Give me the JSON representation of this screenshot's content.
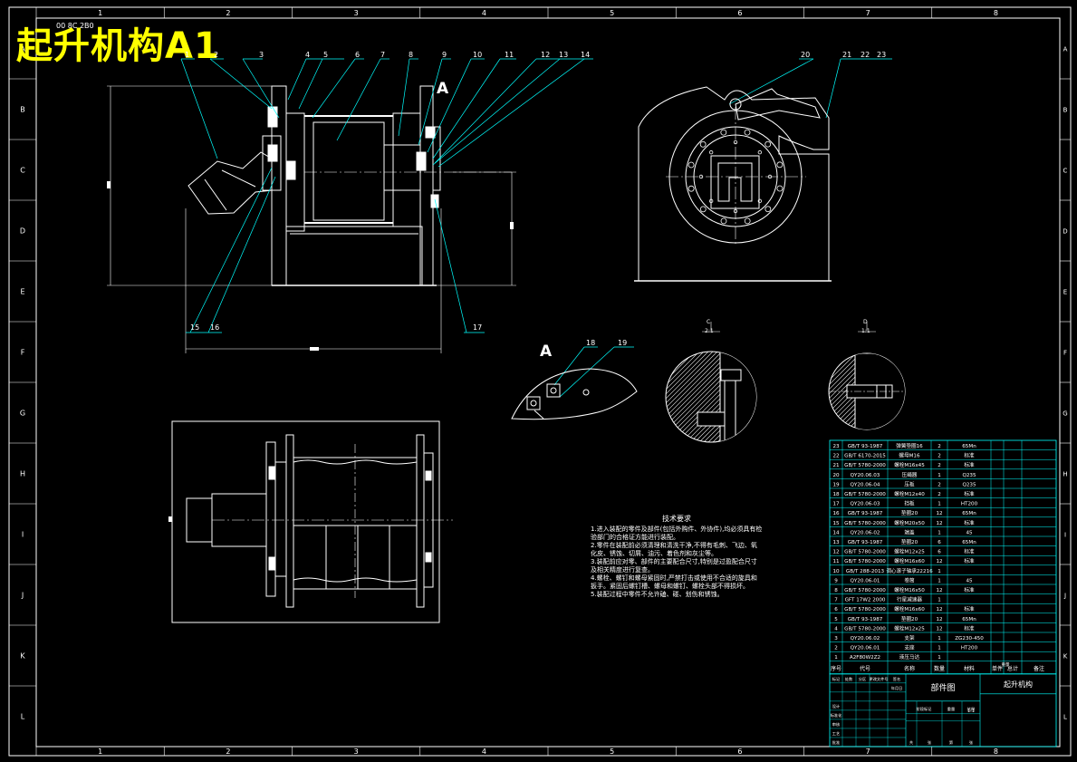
{
  "drawing": {
    "title": "起升机构A1",
    "stamp": "00 8C 2B0",
    "view_a_label": "A",
    "section_c_label": "C",
    "section_c_scale": "2:1",
    "section_d_label": "D",
    "section_d_scale": "1:1"
  },
  "grid": {
    "columns": [
      "1",
      "2",
      "3",
      "4",
      "5",
      "6",
      "7",
      "8"
    ],
    "rows": [
      "A",
      "B",
      "C",
      "D",
      "E",
      "F",
      "G",
      "H",
      "I",
      "J",
      "K",
      "L"
    ]
  },
  "callouts": [
    "1",
    "2",
    "3",
    "4",
    "5",
    "6",
    "7",
    "8",
    "9",
    "10",
    "11",
    "12",
    "13",
    "14",
    "15",
    "16",
    "17",
    "18",
    "19",
    "20",
    "21",
    "22",
    "23"
  ],
  "tech_requirements": {
    "heading": "技术要求",
    "items": [
      "1.进入装配的零件及部件(包括外购件、外协件),均必须具有检验部门的合格证方能进行装配。",
      "2.零件在装配前必须清理和清洗干净,不得有毛刺、飞边、氧化皮、锈蚀、切屑、油污、着色剂和灰尘等。",
      "3.装配前应对零、部件的主要配合尺寸,特别是过盈配合尺寸及相关精度进行复查。",
      "4.螺栓、螺钉和螺母紧固时,严禁打击或使用不合适的旋具和扳手。紧固后螺钉槽、螺母和螺钉、螺栓头部不得损坏。",
      "5.装配过程中零件不允许磕、碰、划伤和锈蚀。"
    ]
  },
  "bom": {
    "rows": [
      [
        "23",
        "GB/T 93-1987",
        "弹簧垫圈16",
        "2",
        "65Mn"
      ],
      [
        "22",
        "GB/T 6170-2015",
        "螺母M16",
        "2",
        "标准"
      ],
      [
        "21",
        "GB/T 5780-2000",
        "螺栓M16x45",
        "2",
        "标准"
      ],
      [
        "20",
        "QY20.06.03",
        "压绳器",
        "1",
        "Q235"
      ],
      [
        "19",
        "QY20.06-04",
        "压板",
        "2",
        "Q235"
      ],
      [
        "18",
        "GB/T 5780-2000",
        "螺栓M12x40",
        "2",
        "标准"
      ],
      [
        "17",
        "QY20.06-03",
        "挡板",
        "1",
        "HT200"
      ],
      [
        "16",
        "GB/T 93-1987",
        "垫圈20",
        "12",
        "65Mn"
      ],
      [
        "15",
        "GB/T 5780-2000",
        "螺栓M20x50",
        "12",
        "标准"
      ],
      [
        "14",
        "QY20.06-02",
        "端盖",
        "1",
        "45"
      ],
      [
        "13",
        "GB/T 93-1987",
        "垫圈20",
        "6",
        "65Mn"
      ],
      [
        "12",
        "GB/T 5780-2000",
        "螺栓M12x25",
        "6",
        "标准"
      ],
      [
        "11",
        "GB/T 5780-2000",
        "螺栓M16x60",
        "12",
        "标准"
      ],
      [
        "10",
        "GB/T 288-2013",
        "调心滚子轴承22216",
        "1",
        ""
      ],
      [
        "9",
        "QY20.06-01",
        "卷筒",
        "1",
        "45"
      ],
      [
        "8",
        "GB/T 5780-2000",
        "螺栓M16x50",
        "12",
        "标准"
      ],
      [
        "7",
        "GFT 17W2 2000",
        "行星减速器",
        "1",
        ""
      ],
      [
        "6",
        "GB/T 5780-2000",
        "螺栓M16x60",
        "12",
        "标准"
      ],
      [
        "5",
        "GB/T 93-1987",
        "垫圈20",
        "12",
        "65Mn"
      ],
      [
        "4",
        "GB/T 5780-2000",
        "螺栓M12x25",
        "12",
        "标准"
      ],
      [
        "3",
        "QY20.06.02",
        "支架",
        "1",
        "ZG230-450"
      ],
      [
        "2",
        "QY20.06.01",
        "支座",
        "1",
        "HT200"
      ],
      [
        "1",
        "A2F80W2Z2",
        "液压马达",
        "1",
        ""
      ]
    ],
    "header": [
      "序号",
      "代号",
      "名称",
      "数量",
      "材料",
      "单件",
      "总计",
      "备注"
    ],
    "header_extra": "重量",
    "titleblock_name": "起升机构",
    "titleblock_drawing": "部件图",
    "titleblock_scale": "1:1",
    "titleblock_labels": [
      "标记",
      "处数",
      "分区",
      "更改文件号",
      "签名",
      "年月日",
      "设计",
      "标准化",
      "审核",
      "工艺",
      "批准",
      "阶段标记",
      "重量",
      "比例",
      "共",
      "张",
      "第",
      "张"
    ]
  }
}
